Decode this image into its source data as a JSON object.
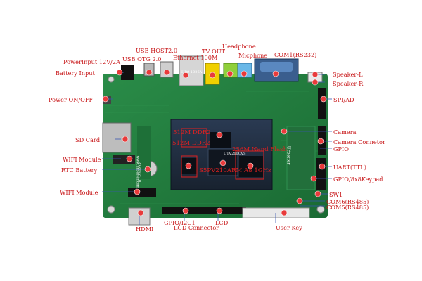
{
  "labels": {
    "power_input": "PowerInput 12V/2A",
    "usb_otg": "USB OTG 2.0",
    "usb_host": "USB HOST2.0",
    "ethernet": "Ethernet 100M",
    "tv_out": "TV OUT",
    "headphone": "Headphone",
    "microphone": "Micphone",
    "com1": "COM1(RS232)",
    "battery_input": "Battery Input",
    "speaker_l": "Speaker-L",
    "speaker_r": "Speaker-R",
    "power_onoff": "Power ON/OFF",
    "spi_ad": "SPI/AD",
    "sd_card": "SD Card",
    "camera": "Camera",
    "camera_connector": "Camera Connetor",
    "gpio": "GPIO",
    "wifi_module_1": "WIFI Module",
    "rtc_battery": "RTC Battery",
    "uart": "UART(TTL)",
    "gpio_keypad": "GPIO/8x8Keypad",
    "wifi_module_2": "WIFI Module",
    "sw1": "SW1",
    "com6": "COM6(RS485)",
    "com5": "COM5(RS485)",
    "hdmi": "HDMI",
    "gpio_i2c1": "GPIO/I2C1",
    "lcd_connector": "LCD Connector",
    "lcd": "LCD",
    "user_key": "User Key",
    "ddr2_a": "512M DDR2",
    "ddr2_b": "512M DDR2",
    "nand_flash": "256M Nand Flash",
    "cpu": "S5PV210ARM A8 1GHz"
  },
  "board_marks": {
    "ethernet_chip": "HR9 1026A",
    "core_chip": "UTV210CVS",
    "brand_vertical": "Urbetter",
    "site_vertical": "www.urbetter.com",
    "brand_rotated": "Android2.0"
  },
  "colors": {
    "label_text": "#c8181a",
    "board_green": "#1f7a3a",
    "core_module": "#1e2a3c",
    "leader_line": "#4060c0",
    "connector_gold": "#c9a227"
  }
}
